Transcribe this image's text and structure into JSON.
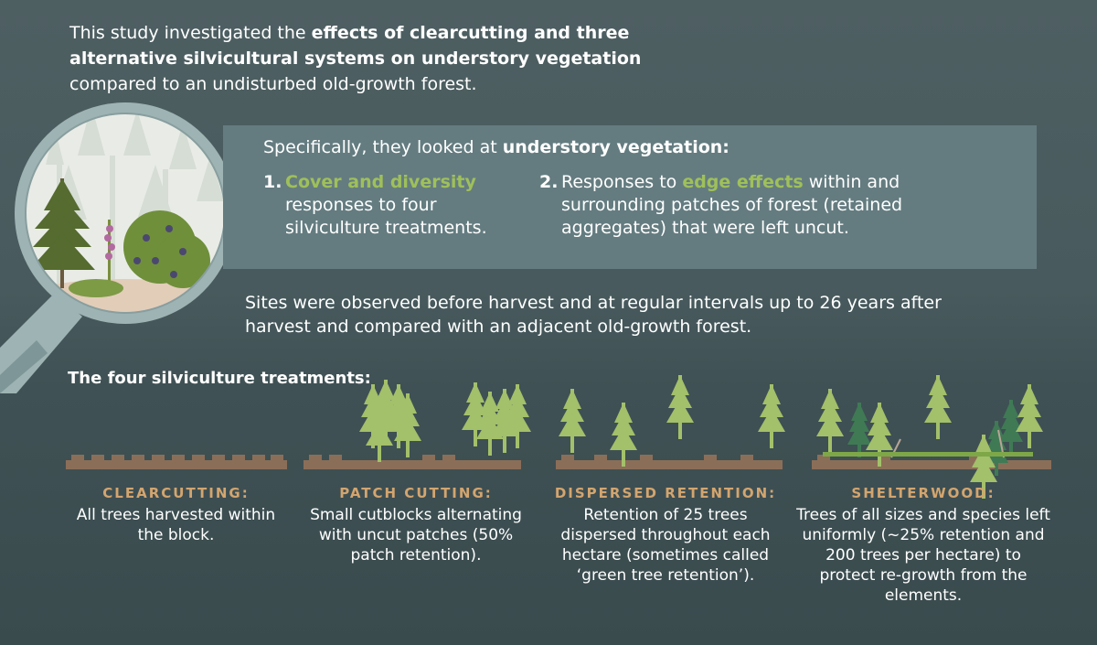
{
  "intro": {
    "part1": "This study investigated the ",
    "bold1": "effects of clearcutting and three alternative silvicultural systems on understory vegetation",
    "part2": " compared to an undisturbed old-growth forest."
  },
  "panel": {
    "heading_prefix": "Specifically, they looked at ",
    "heading_bold": "understory vegetation:",
    "item1": {
      "number": "1.",
      "highlight": "Cover and diversity",
      "rest": "responses to four silviculture treatments."
    },
    "item2": {
      "number": "2.",
      "prefix": "Responses to ",
      "highlight": "edge effects",
      "rest": " within and surrounding patches of forest (retained aggregates) that were left uncut."
    }
  },
  "sites_text": "Sites  were observed before harvest and at regular intervals up to 26 years after harvest and compared with an adjacent old-growth forest.",
  "treatments_heading": "The four silviculture treatments:",
  "treatments": [
    {
      "name": "CLEARCUTTING:",
      "desc": "All trees harvested within the block."
    },
    {
      "name": "PATCH CUTTING:",
      "desc": "Small cutblocks alternating with uncut patches (50% patch retention)."
    },
    {
      "name": "DISPERSED RETENTION:",
      "desc": "Retention of 25 trees dispersed throughout each hectare (sometimes called ‘green tree retention’)."
    },
    {
      "name": "SHELTERWOOD:",
      "desc": "Trees of all sizes and species left uniformly (~25% retention and 200 trees per hectare) to protect re-growth from the elements."
    }
  ],
  "colors": {
    "background": "#485a5d",
    "panel": "#647c80",
    "highlight_green": "#9fc05a",
    "treatment_name": "#d3a56f",
    "ground": "#8b6e58",
    "tree_light": "#a3c06a",
    "tree_dark": "#3f7a55",
    "lens_ring": "#9eb3b3"
  },
  "icons": [
    "magnifying-glass-icon",
    "tree-icon",
    "shrub-icon",
    "fireweed-icon",
    "stump-ground-icon"
  ]
}
